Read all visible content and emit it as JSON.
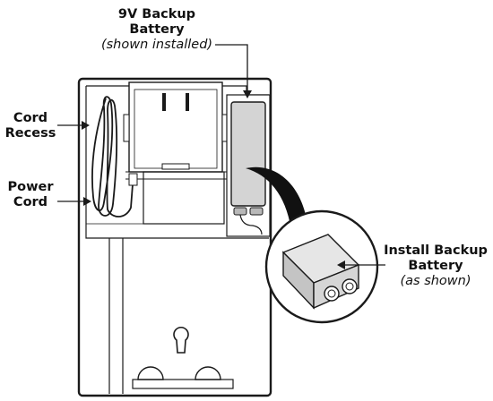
{
  "labels": {
    "battery_9v": {
      "line1": "9V Backup",
      "line2": "Battery",
      "note": "(shown installed)"
    },
    "cord_recess": {
      "line1": "Cord",
      "line2": "Recess"
    },
    "power_cord": {
      "line1": "Power",
      "line2": "Cord"
    },
    "install_battery": {
      "line1": "Install Backup",
      "line2": "Battery",
      "note": "(as shown)"
    }
  },
  "colors": {
    "stroke": "#1a1a1a",
    "battery_fill": "#d4d4d4",
    "zoom_fill": "#ffffff",
    "pointer_fill": "#111111"
  }
}
